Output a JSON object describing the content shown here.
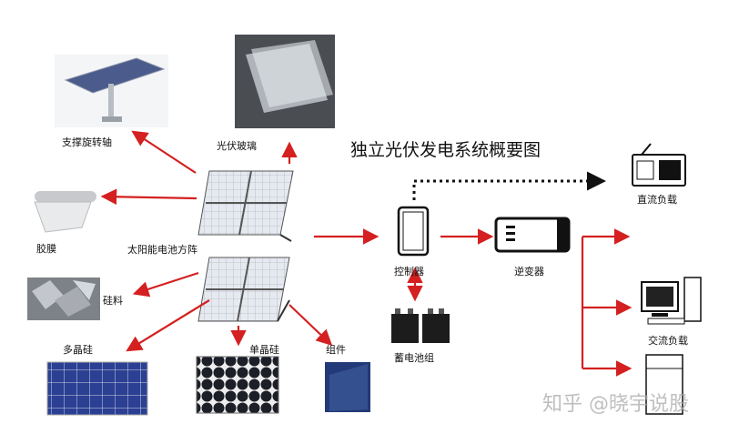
{
  "title": "独立光伏发电系统概要图",
  "labels": {
    "tracker": "支撑旋转轴",
    "glass": "光伏玻璃",
    "film": "胶膜",
    "array": "太阳能电池方阵",
    "silicon": "硅料",
    "poly": "多晶硅",
    "mono": "单晶硅",
    "module": "组件",
    "controller": "控制器",
    "battery": "蓄电池组",
    "inverter": "逆变器",
    "dc_load": "直流负载",
    "ac_load": "交流负载"
  },
  "watermark": "知乎 @晓宇说股",
  "colors": {
    "arrow": "#d42020",
    "dotted": "#111111",
    "panel": "#d9dde3",
    "panel_cell": "#2a3f8f"
  }
}
